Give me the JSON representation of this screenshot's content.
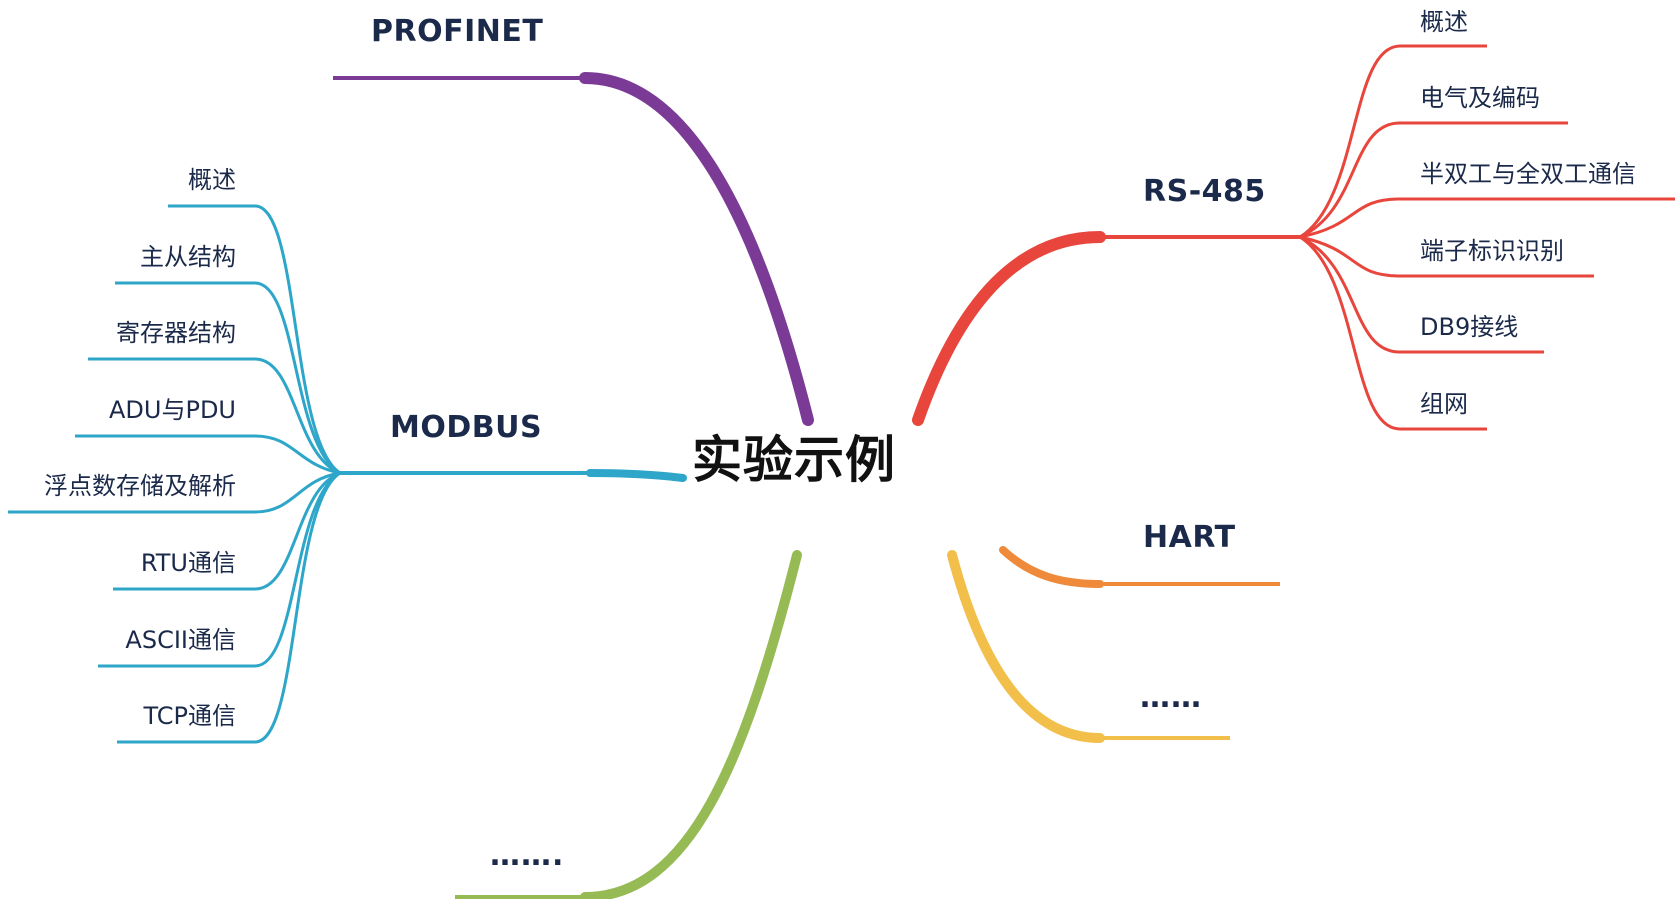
{
  "center": {
    "label": "实验示例"
  },
  "colors": {
    "profinet": "#7a3a96",
    "modbus": "#2ea6c9",
    "rs485": "#e8463c",
    "hart": "#ef8a3a",
    "more_right": "#f2bf4a",
    "more_left": "#96bb55"
  },
  "branches": {
    "profinet": {
      "label": "PROFINET"
    },
    "rs485": {
      "label": "RS-485",
      "children": [
        "概述",
        "电气及编码",
        "半双工与全双工通信",
        "端子标识识别",
        "DB9接线",
        "组网"
      ]
    },
    "modbus": {
      "label": "MODBUS",
      "children": [
        "概述",
        "主从结构",
        "寄存器结构",
        "ADU与PDU",
        "浮点数存储及解析",
        "RTU通信",
        "ASCII通信",
        "TCP通信"
      ]
    },
    "hart": {
      "label": "HART"
    },
    "more_right": {
      "label": "……"
    },
    "more_left": {
      "label": "……."
    }
  }
}
